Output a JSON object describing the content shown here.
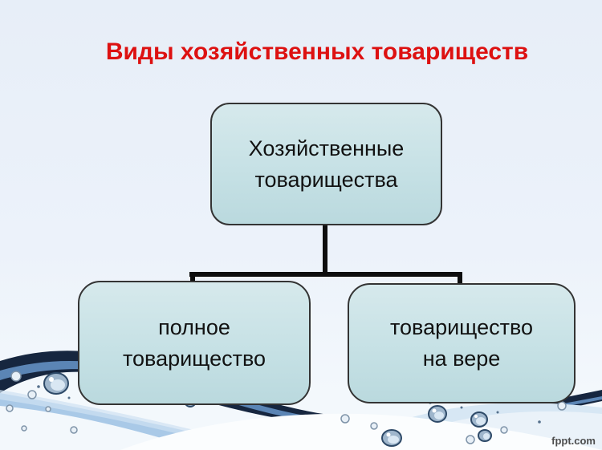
{
  "slide": {
    "title": "Виды хозяйственных товариществ",
    "watermark": "fppt.com"
  },
  "diagram": {
    "nodes": [
      {
        "id": "root",
        "lines": [
          "Хозяйственные",
          "товарищества"
        ]
      },
      {
        "id": "full-partnership",
        "lines": [
          "полное",
          "товарищество"
        ]
      },
      {
        "id": "partnership-on-faith",
        "lines": [
          "товарищество",
          "на вере"
        ]
      }
    ]
  },
  "colors": {
    "title_red": "#dd1111",
    "node_fill": "#c6e1e5",
    "node_border": "#343434",
    "connector_black": "#0e0e0e",
    "background_light_blue": "#ecf2fa",
    "wave_navy": "#16263f",
    "wave_mid_blue": "#5b85b5",
    "wave_light_blue": "#a9c9e7",
    "watermark_gray": "#4d4d4d"
  }
}
